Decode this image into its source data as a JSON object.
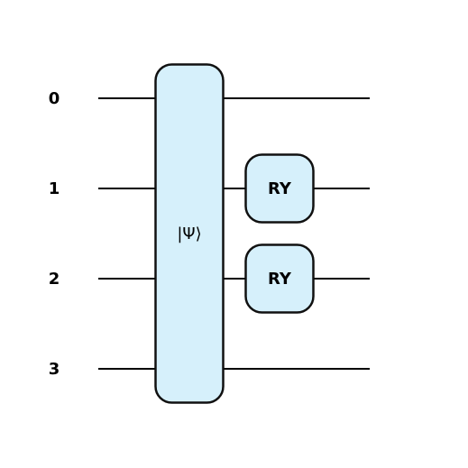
{
  "colors": {
    "wire": "#000000",
    "gate_fill": "#d6f0fb",
    "gate_stroke": "#111111"
  },
  "qubits": [
    {
      "label": "0"
    },
    {
      "label": "1"
    },
    {
      "label": "2"
    },
    {
      "label": "3"
    }
  ],
  "gates": [
    {
      "label": "|Ψ⟩",
      "qubits": [
        0,
        1,
        2,
        3
      ],
      "column": 0,
      "kind": "state"
    },
    {
      "label": "RY",
      "qubits": [
        1
      ],
      "column": 1,
      "kind": "gate"
    },
    {
      "label": "RY",
      "qubits": [
        2
      ],
      "column": 1,
      "kind": "gate"
    }
  ]
}
